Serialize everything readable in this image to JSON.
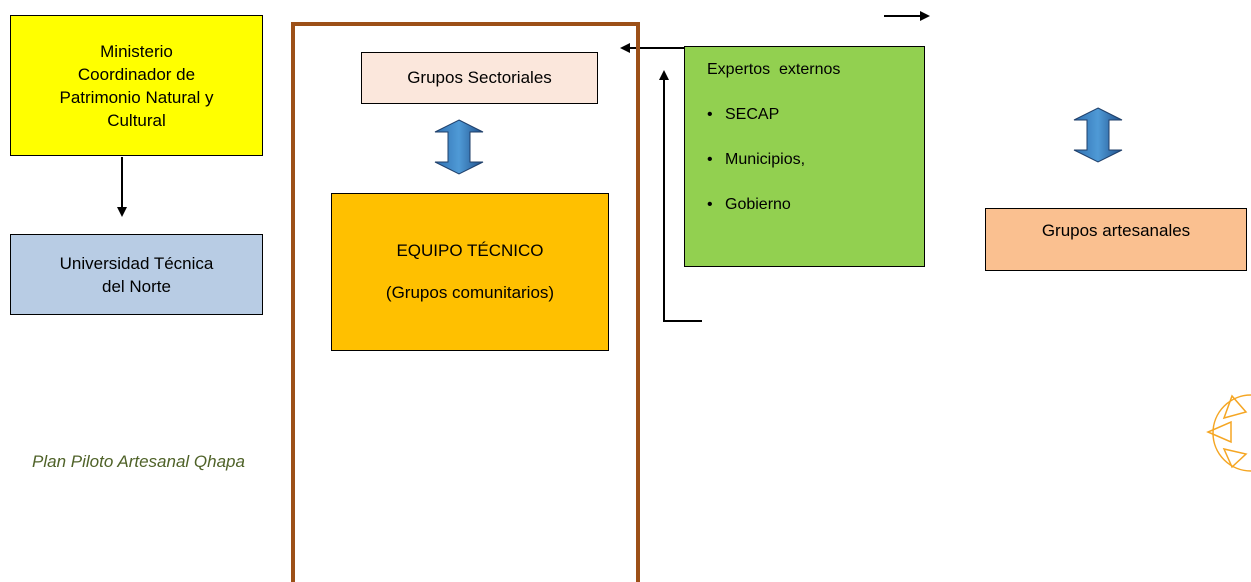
{
  "boxes": {
    "ministerio": [
      "Ministerio",
      "Coordinador de",
      "Patrimonio Natural y",
      "Cultural"
    ],
    "universidad": [
      "Universidad Técnica",
      "del Norte"
    ],
    "sectoriales": "Grupos Sectoriales",
    "equipo": {
      "title": "EQUIPO TÉCNICO",
      "subtitle": "(Grupos comunitarios)"
    },
    "expertos": {
      "title": "Expertos  externos",
      "items": [
        "SECAP",
        "Municipios,",
        "Gobierno"
      ]
    },
    "artesanales": "Grupos artesanales"
  },
  "footer": {
    "text": "Plan Piloto Artesanal Qhapa"
  },
  "colors": {
    "ministerio": "#ffff00",
    "universidad": "#b8cce4",
    "sectoriales": "#fbe7dc",
    "equipo": "#ffc000",
    "expertos": "#92d050",
    "artesanales": "#fac090",
    "frame": "#9c5018",
    "double_arrow": "#0070c0"
  }
}
